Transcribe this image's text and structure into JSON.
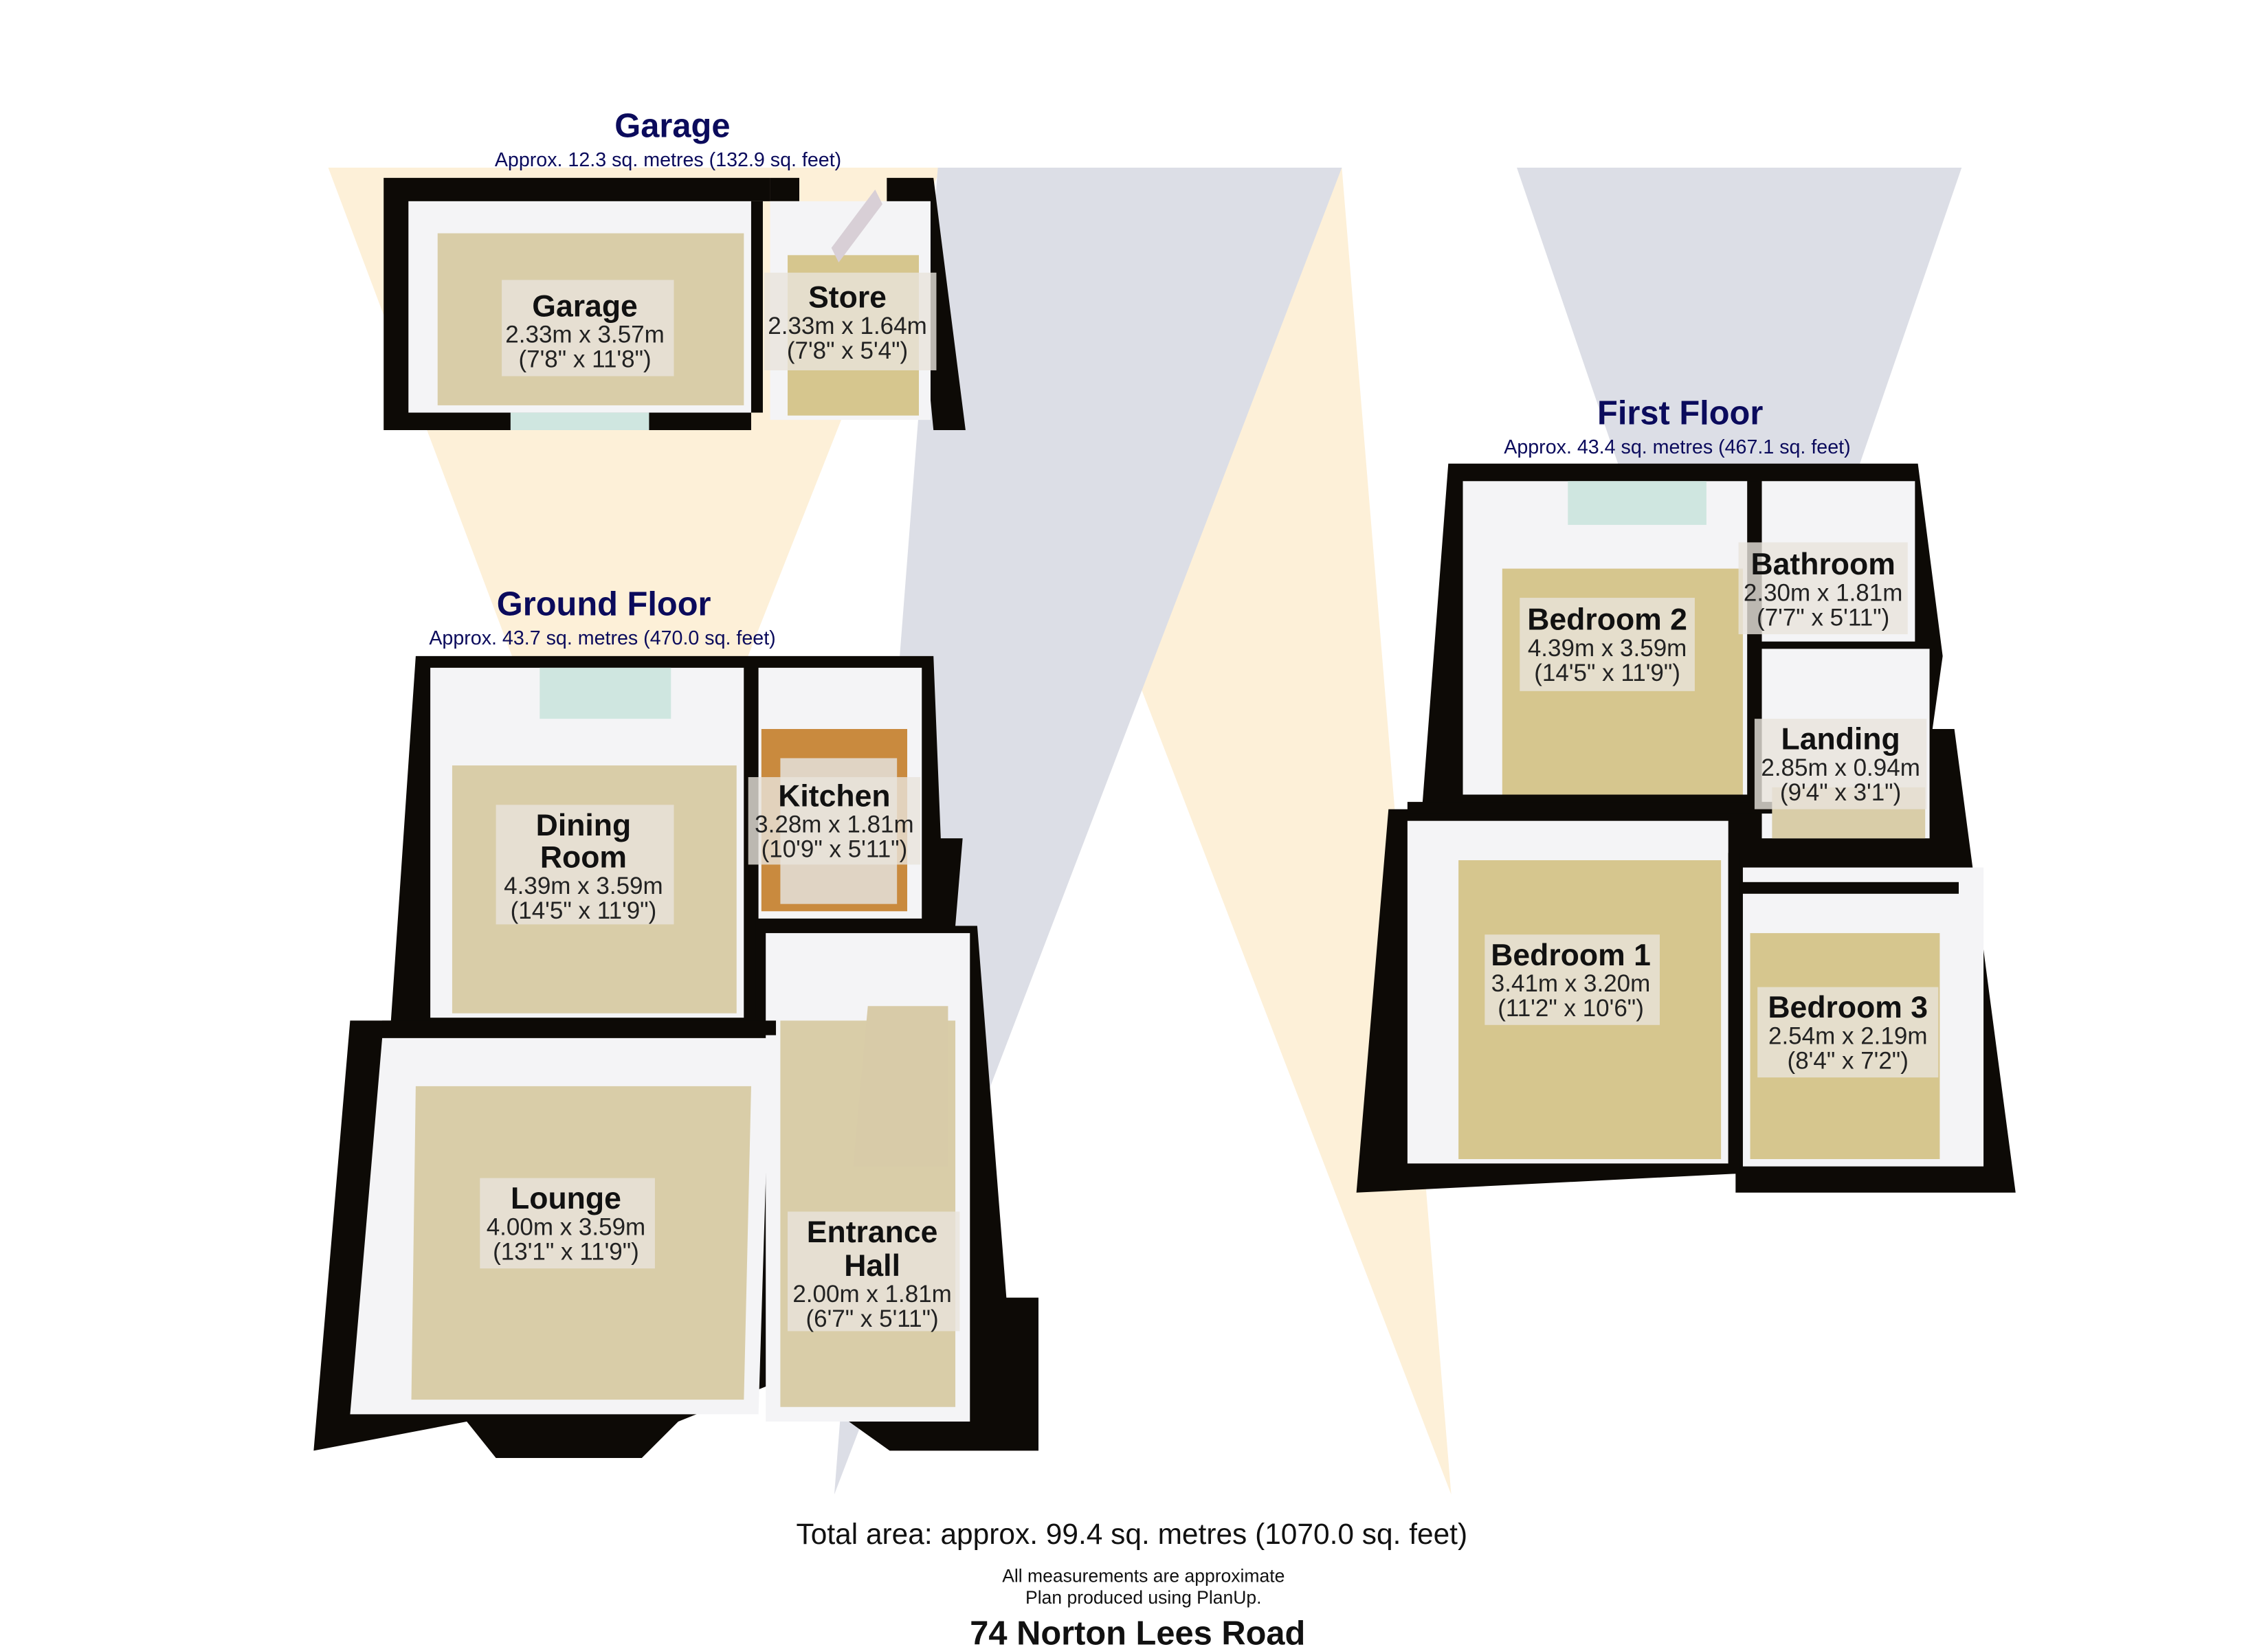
{
  "floors": {
    "garage": {
      "title": "Garage",
      "area": "Approx. 12.3 sq. metres (132.9 sq. feet)",
      "rooms": [
        {
          "name": "Garage",
          "metric": "2.33m x 3.57m",
          "imperial": "(7'8\" x 11'8\")"
        },
        {
          "name": "Store",
          "metric": "2.33m x 1.64m",
          "imperial": "(7'8\" x 5'4\")"
        }
      ]
    },
    "ground": {
      "title": "Ground Floor",
      "area": "Approx. 43.7 sq. metres (470.0 sq. feet)",
      "rooms": [
        {
          "name_lines": [
            "Dining",
            "Room"
          ],
          "metric": "4.39m x 3.59m",
          "imperial": "(14'5\" x 11'9\")"
        },
        {
          "name": "Kitchen",
          "metric": "3.28m x 1.81m",
          "imperial": "(10'9\" x 5'11\")"
        },
        {
          "name": "Lounge",
          "metric": "4.00m x 3.59m",
          "imperial": "(13'1\" x 11'9\")"
        },
        {
          "name_lines": [
            "Entrance",
            "Hall"
          ],
          "metric": "2.00m x 1.81m",
          "imperial": "(6'7\" x 5'11\")"
        }
      ]
    },
    "first": {
      "title": "First Floor",
      "area": "Approx. 43.4 sq. metres (467.1 sq. feet)",
      "rooms": [
        {
          "name": "Bedroom 2",
          "metric": "4.39m x 3.59m",
          "imperial": "(14'5\" x 11'9\")"
        },
        {
          "name": "Bathroom",
          "metric": "2.30m x 1.81m",
          "imperial": "(7'7\" x 5'11\")"
        },
        {
          "name": "Landing",
          "metric": "2.85m x 0.94m",
          "imperial": "(9'4\" x 3'1\")"
        },
        {
          "name": "Bedroom 1",
          "metric": "3.41m x 3.20m",
          "imperial": "(11'2\" x 10'6\")"
        },
        {
          "name": "Bedroom 3",
          "metric": "2.54m x 2.19m",
          "imperial": "(8'4\" x 7'2\")"
        }
      ]
    }
  },
  "footer": {
    "total": "Total area: approx. 99.4 sq. metres (1070.0 sq. feet)",
    "note1": "All measurements are approximate",
    "note2": "Plan produced using PlanUp.",
    "address": "74 Norton Lees Road"
  },
  "colors": {
    "title": "#0b0b5c",
    "cone_beige": "#fdf0d8",
    "cone_grey": "#dcdee6",
    "wall": "#0d0a06"
  }
}
